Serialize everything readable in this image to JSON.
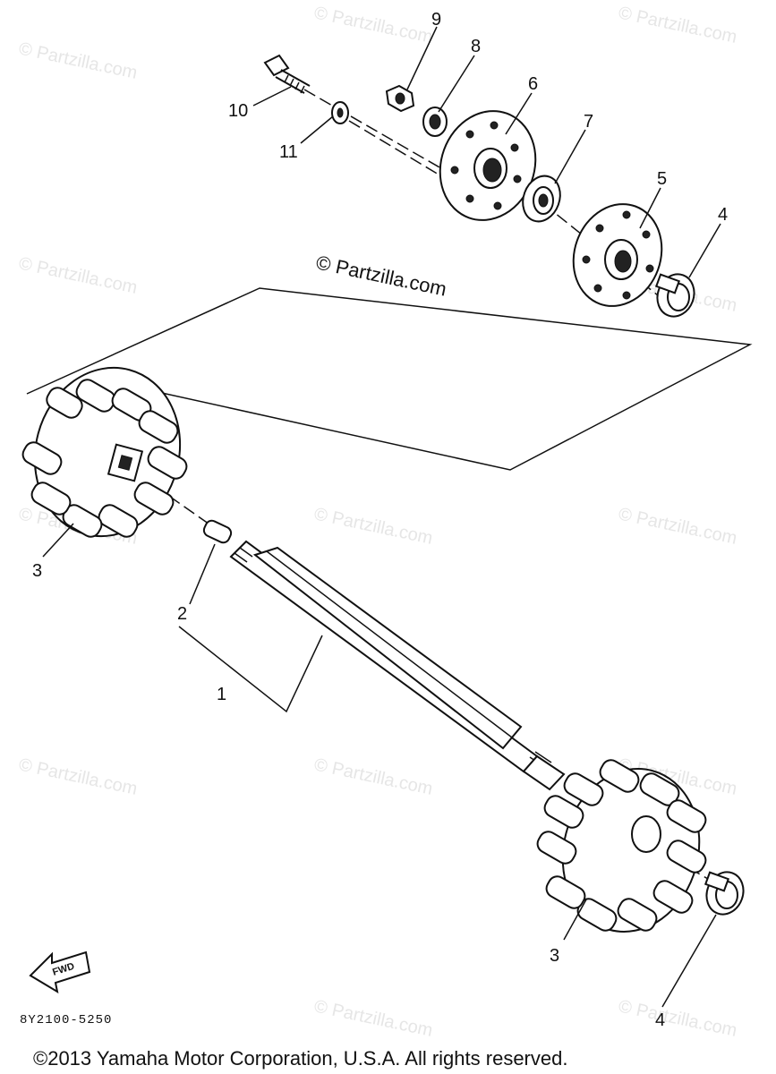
{
  "watermark": {
    "text": "© Partzilla.com",
    "center_text": "© Partzilla.com"
  },
  "callouts": [
    {
      "id": "1",
      "label": "1"
    },
    {
      "id": "2",
      "label": "2"
    },
    {
      "id": "3a",
      "label": "3"
    },
    {
      "id": "3b",
      "label": "3"
    },
    {
      "id": "4a",
      "label": "4"
    },
    {
      "id": "4b",
      "label": "4"
    },
    {
      "id": "5",
      "label": "5"
    },
    {
      "id": "6",
      "label": "6"
    },
    {
      "id": "7",
      "label": "7"
    },
    {
      "id": "8",
      "label": "8"
    },
    {
      "id": "9",
      "label": "9"
    },
    {
      "id": "10",
      "label": "10"
    },
    {
      "id": "11",
      "label": "11"
    }
  ],
  "fwd_label": "FWD",
  "diagram_code": "8Y2100-5250",
  "copyright": "©2013 Yamaha Motor Corporation, U.S.A. All rights reserved."
}
